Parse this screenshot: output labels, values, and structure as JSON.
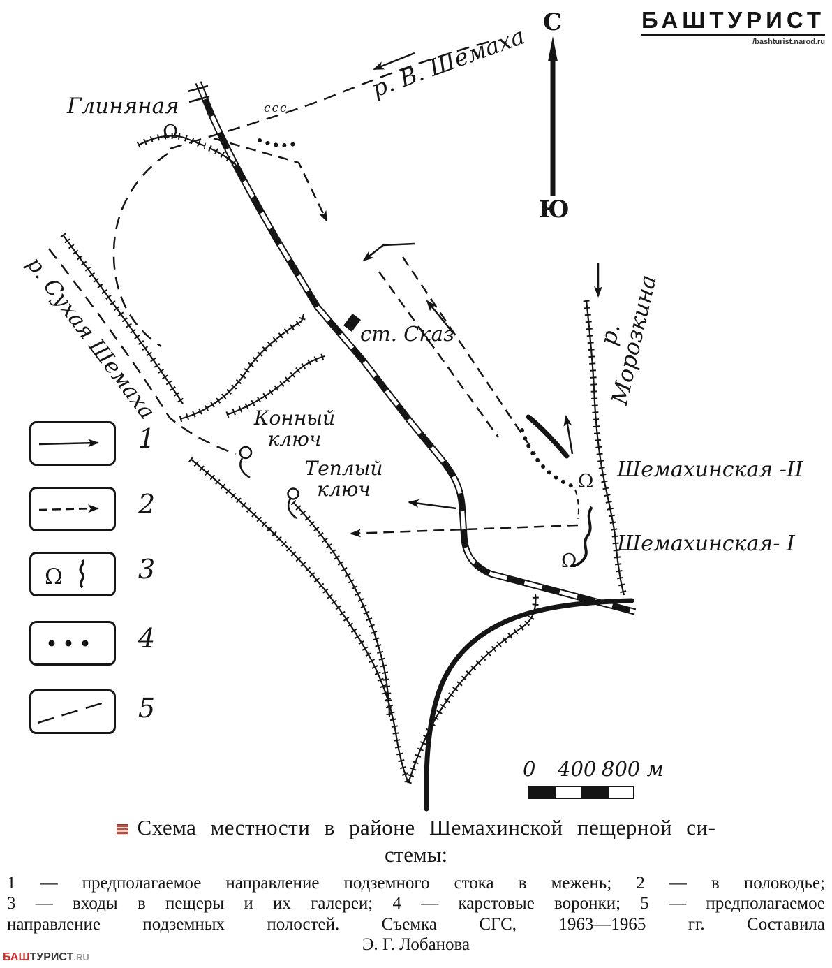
{
  "branding": {
    "logo": "БАШТУРИСТ",
    "logo_url": "/bashturist.narod.ru",
    "watermark": {
      "red": "БАШ",
      "dark": "ТУРИСТ",
      "grey": ".RU"
    }
  },
  "compass": {
    "north": "С",
    "south": "Ю"
  },
  "map": {
    "labels": {
      "glinyanaya": "Глиняная",
      "river_v_shemakha": "р. В. Шемаха",
      "river_sukhaya_shemakha": "р. Сухая Шемаха",
      "station_skaz": "ст. Сказ",
      "konny_klyuch": "Конный\nключ",
      "teply_klyuch": "Теплый\nключ",
      "river_morozkina": "р. Морозкина",
      "shemakhinskaya_ii": "Шемахинская -II",
      "shemakhinskaya_i": "Шемахинская- I"
    },
    "symbols": {
      "cave_entrance": "Ω",
      "springs": "ссс"
    }
  },
  "legend": {
    "items": [
      {
        "num": "1",
        "symbol": "solid-flow-arrow"
      },
      {
        "num": "2",
        "symbol": "dashed-flow-arrow"
      },
      {
        "num": "3",
        "symbol": "cave-entrance-and-gallery"
      },
      {
        "num": "4",
        "symbol": "karst-sinkholes-dots"
      },
      {
        "num": "5",
        "symbol": "supposed-cavity-direction-line"
      }
    ]
  },
  "scale": {
    "labels": [
      "0",
      "400",
      "800 м"
    ]
  },
  "caption": {
    "title_1": "Схема местности в районе Шемахинской пещерной си-",
    "title_2": "стемы:",
    "body_1": "1 — предполагаемое направление подземного стока в межень; 2 — в половодье;",
    "body_2": "3 — входы в пещеры и их галереи; 4 — карстовые воронки; 5 — предполагаемое",
    "body_3": "направление подземных полостей. Съемка СГС, 1963—1965 гг. Составила",
    "body_4": "Э. Г. Лобанова"
  },
  "colors": {
    "ink": "#151515",
    "accent_red": "#cc2a2a"
  }
}
